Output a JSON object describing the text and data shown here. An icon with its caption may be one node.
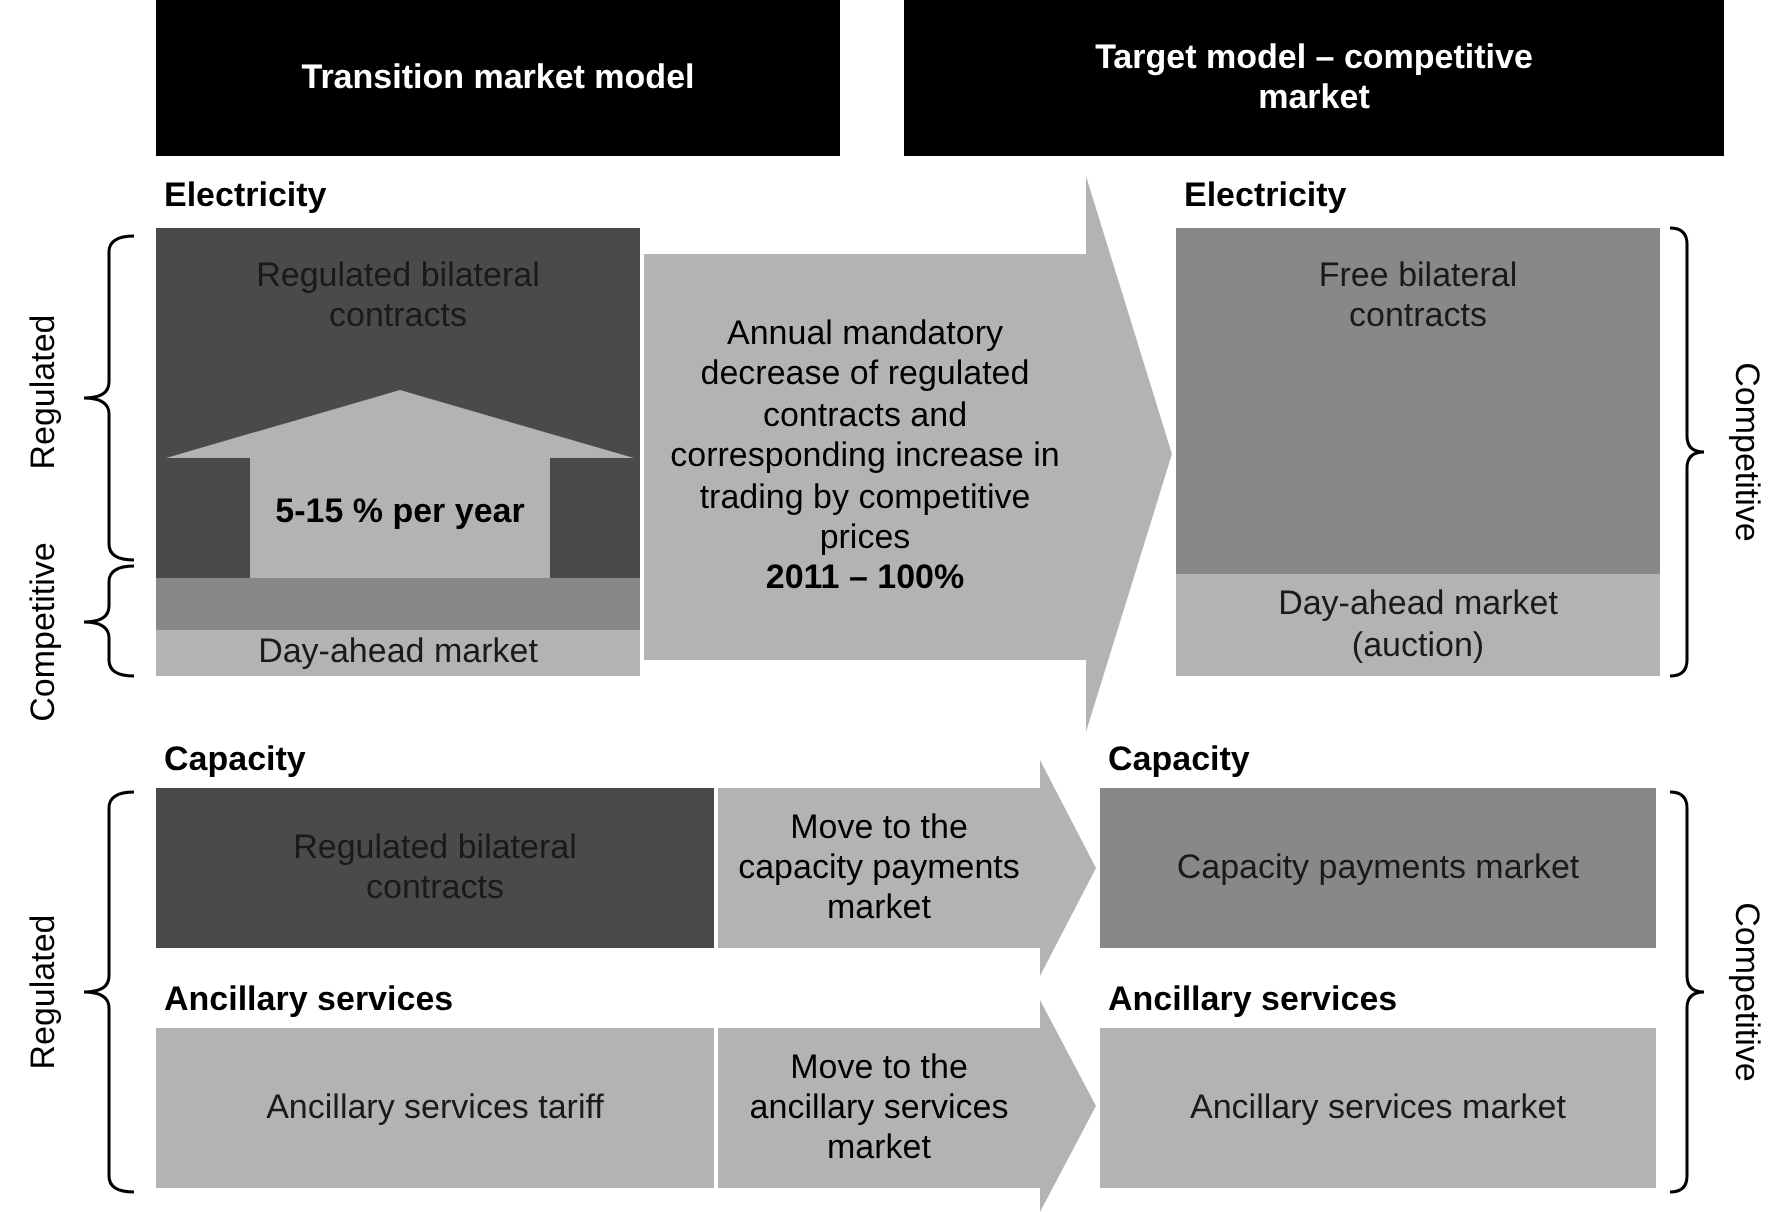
{
  "diagram": {
    "nodes": [
      {
        "text": [
          "Transition market model"
        ]
      },
      {
        "text": [
          "Target model – competitive market"
        ]
      },
      {
        "text": [
          "Electricity"
        ]
      },
      {
        "text": [
          "Regulated bilateral contracts"
        ],
        "in": 2
      },
      {
        "text": [],
        "shape": "bar",
        "in": 2
      },
      {
        "text": [
          "Day-ahead market"
        ],
        "in": 2
      },
      {
        "text": [
          "Electricity"
        ]
      },
      {
        "text": [
          "Free bilateral contracts"
        ],
        "in": 6
      },
      {
        "text": [
          "Day-ahead market (auction)"
        ],
        "in": 6
      },
      {
        "text": [
          "Capacity",
          "Regulated bilateral contracts"
        ]
      },
      {
        "text": [
          "Capacity",
          "Capacity payments market"
        ]
      },
      {
        "text": [
          "Ancillary services",
          "Ancillary services tariff"
        ]
      },
      {
        "text": [
          "Ancillary services",
          "Ancillary services market"
        ]
      }
    ],
    "edges": [
      {
        "from": 4,
        "to": null,
        "arrow": "to",
        "label": "5-15 % per year"
      },
      {
        "from": 2,
        "to": 6,
        "arrow": "to",
        "label": "Annual mandatory decrease of regulated contracts and corresponding increase in trading by competitive prices **2011 – 100%**"
      },
      {
        "from": 9,
        "to": 10,
        "arrow": "to",
        "label": "Move to the capacity payments market"
      },
      {
        "from": 11,
        "to": 12,
        "arrow": "to",
        "label": "Move to the ancillary services market"
      }
    ],
    "labels": [
      "Regulated",
      "Competitive",
      "Competitive",
      "Regulated",
      "Competitive"
    ]
  }
}
